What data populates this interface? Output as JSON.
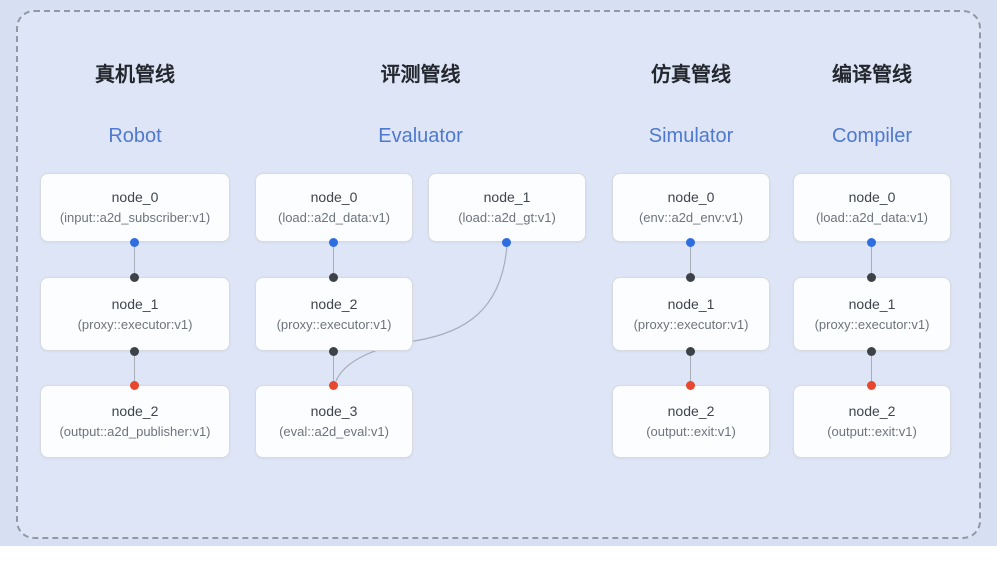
{
  "diagram": {
    "pipelines": [
      {
        "id": "robot",
        "title_zh": "真机管线",
        "title_en": "Robot",
        "nodes": [
          {
            "name": "node_0",
            "type": "(input::a2d_subscriber:v1)"
          },
          {
            "name": "node_1",
            "type": "(proxy::executor:v1)"
          },
          {
            "name": "node_2",
            "type": "(output::a2d_publisher:v1)"
          }
        ]
      },
      {
        "id": "evaluator",
        "title_zh": "评测管线",
        "title_en": "Evaluator",
        "nodes": [
          {
            "name": "node_0",
            "type": "(load::a2d_data:v1)"
          },
          {
            "name": "node_1",
            "type": "(load::a2d_gt:v1)"
          },
          {
            "name": "node_2",
            "type": "(proxy::executor:v1)"
          },
          {
            "name": "node_3",
            "type": "(eval::a2d_eval:v1)"
          }
        ]
      },
      {
        "id": "simulator",
        "title_zh": "仿真管线",
        "title_en": "Simulator",
        "nodes": [
          {
            "name": "node_0",
            "type": "(env::a2d_env:v1)"
          },
          {
            "name": "node_1",
            "type": "(proxy::executor:v1)"
          },
          {
            "name": "node_2",
            "type": "(output::exit:v1)"
          }
        ]
      },
      {
        "id": "compiler",
        "title_zh": "编译管线",
        "title_en": "Compiler",
        "nodes": [
          {
            "name": "node_0",
            "type": "(load::a2d_data:v1)"
          },
          {
            "name": "node_1",
            "type": "(proxy::executor:v1)"
          },
          {
            "name": "node_2",
            "type": "(output::exit:v1)"
          }
        ]
      }
    ],
    "colors": {
      "background": "#d7e0f3",
      "frame_dashed_border": "#9299a4",
      "node_background": "#fcfdfe",
      "node_border": "#d7dae0",
      "title_english": "#4f79cf",
      "port_output_blue": "#2e6ee0",
      "port_junction_black": "#3d4148",
      "port_input_red": "#e8472f",
      "edge_line": "#a8aeb8"
    }
  }
}
